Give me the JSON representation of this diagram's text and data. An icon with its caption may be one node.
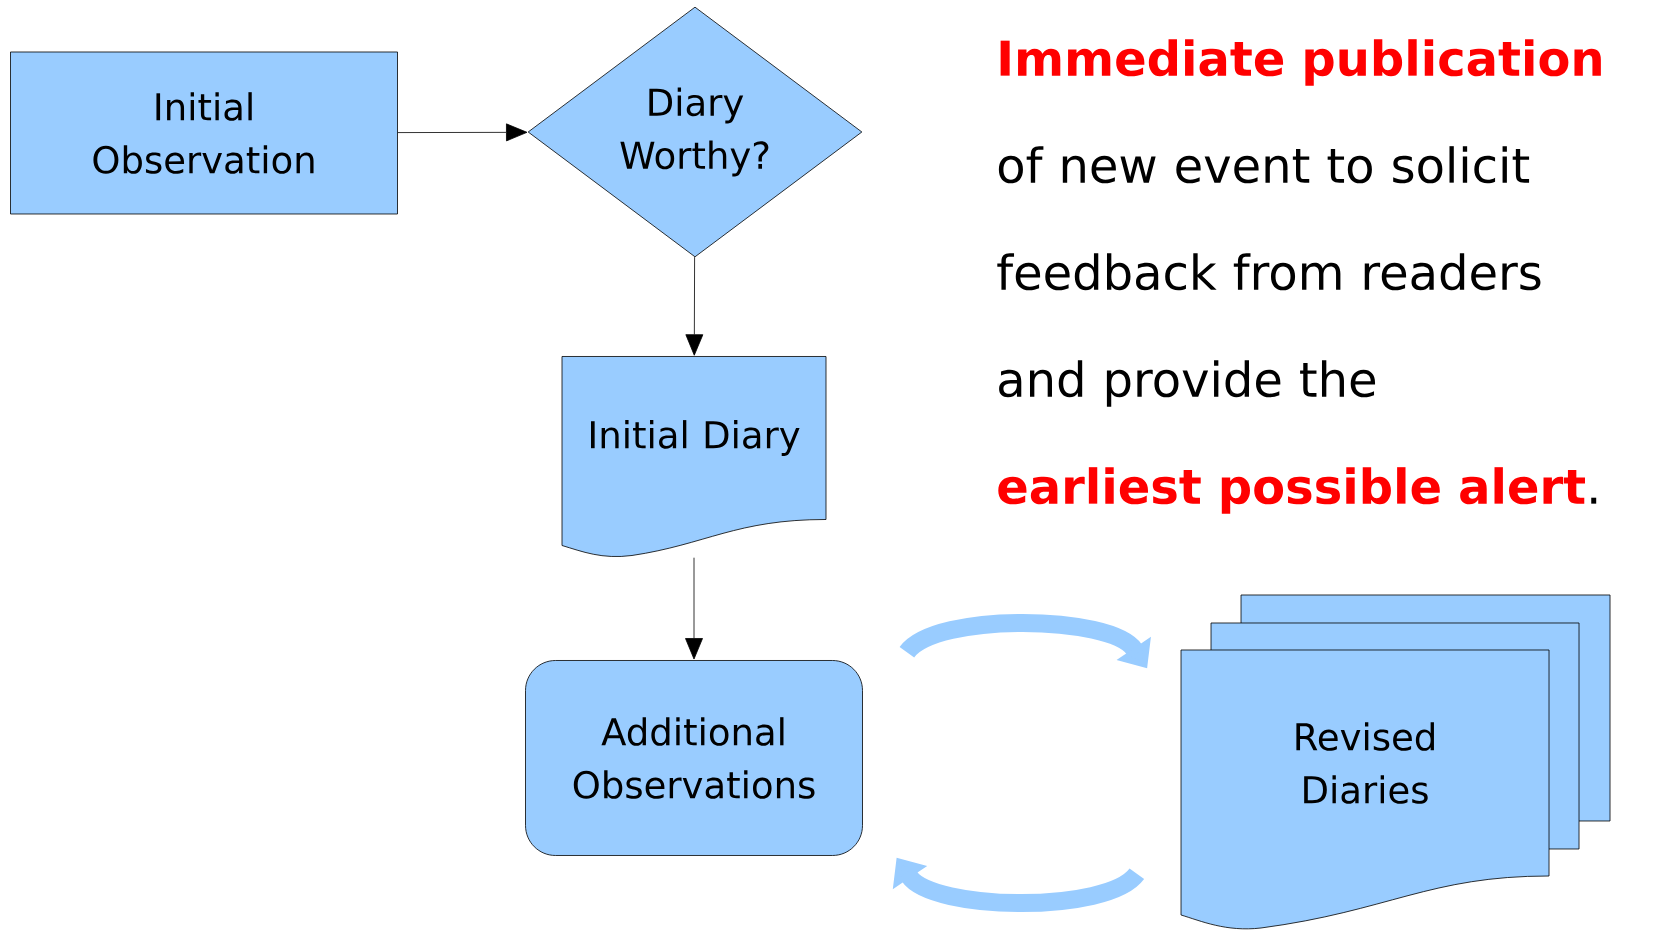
{
  "diagram": {
    "nodes": [
      {
        "text": [
          "Initial Observation"
        ]
      },
      {
        "text": [
          "Diary Worthy?"
        ]
      },
      {
        "text": [
          "Initial Diary"
        ]
      },
      {
        "text": [
          "Additional Observations"
        ]
      },
      {
        "text": [
          "Revised Diaries"
        ]
      }
    ],
    "edges": [
      {
        "from": 0,
        "to": 1,
        "arrow": "to"
      },
      {
        "from": 1,
        "to": 2,
        "arrow": "to"
      },
      {
        "from": 2,
        "to": 3,
        "arrow": "to"
      },
      {
        "from": 3,
        "to": 4,
        "arrow": "to",
        "style": "thick",
        "color": "#99ccff"
      },
      {
        "from": 4,
        "to": 3,
        "arrow": "to",
        "style": "thick",
        "color": "#99ccff"
      }
    ],
    "labels": [
      "Immediate publication",
      "of new event to solicit feedback from readers and provide the",
      "earliest possible alert",
      "."
    ]
  }
}
